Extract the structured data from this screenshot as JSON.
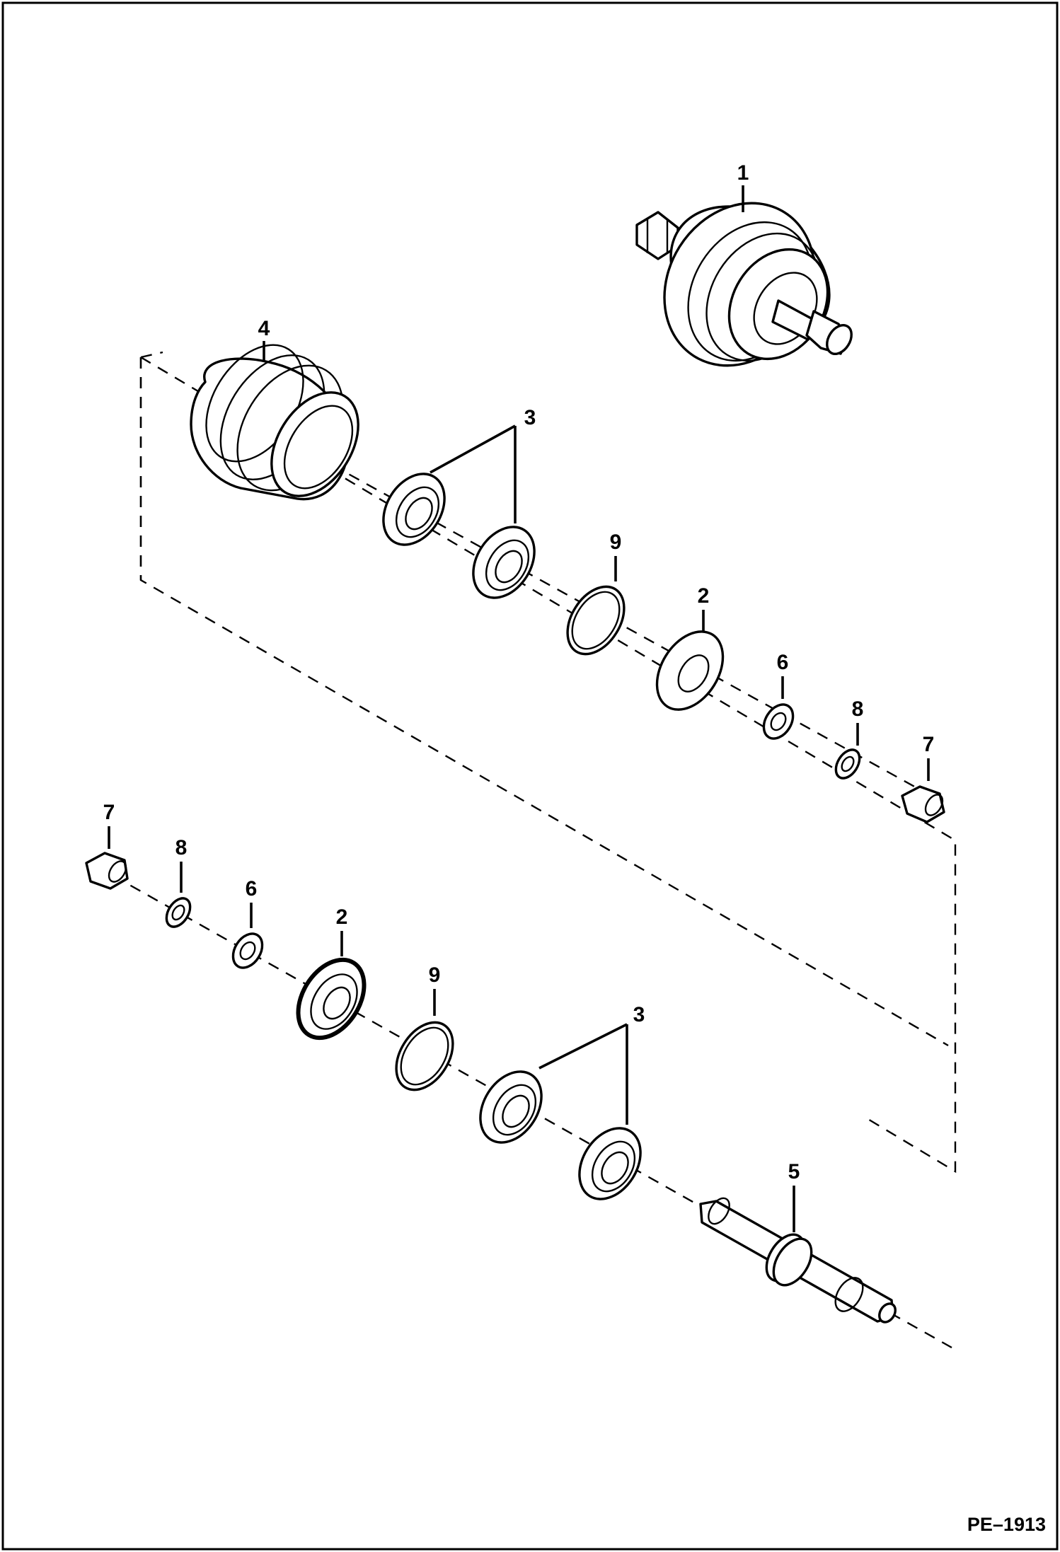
{
  "figure_code": "PE–1913",
  "callouts": {
    "upper_roller_assembly": "1",
    "upper_roller": "4",
    "upper_bearing_group": "3",
    "upper_retaining_ring": "9",
    "upper_seal": "2",
    "upper_flat_washer": "6",
    "upper_lock_washer": "8",
    "upper_nut": "7",
    "lower_nut": "7",
    "lower_lock_washer": "8",
    "lower_flat_washer": "6",
    "lower_seal": "2",
    "lower_retaining_ring": "9",
    "lower_bearing_group": "3",
    "shaft": "5"
  }
}
